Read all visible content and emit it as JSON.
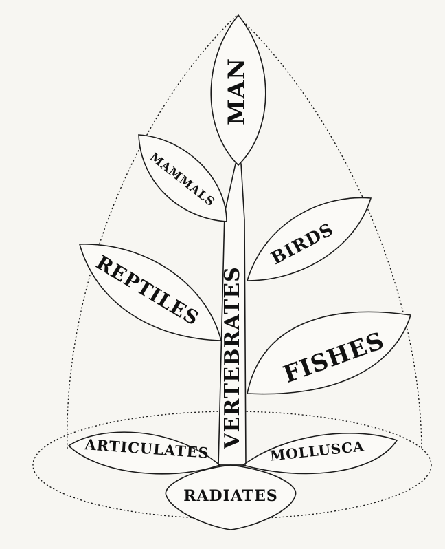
{
  "labels": {
    "man": "MAN",
    "mammals": "MAMMALS",
    "birds": "BIRDS",
    "reptiles": "REPTILES",
    "vertebrates": "VERTEBRATES",
    "fishes": "FISHES",
    "articulates": "ARTICULATES",
    "mollusca": "MOLLUSCA",
    "radiates": "RADIATES"
  }
}
